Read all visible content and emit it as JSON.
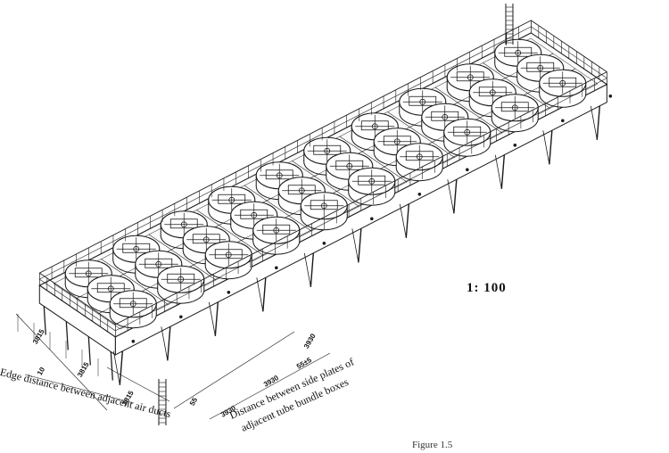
{
  "diagram": {
    "scale": "1: 100",
    "edge_distance_label": "Edge distance between adjacent air ducts",
    "side_plate_label_line1": "Distance between side plates of",
    "side_plate_label_line2": "adjacent tube bundle boxes",
    "figure_caption": "Figure 1.5",
    "dimensions": {
      "d1": "3815",
      "d2": "10",
      "d3": "3815",
      "d4": "3815",
      "d5": "55",
      "d6": "3930",
      "d7": "3930",
      "d8": "55±5",
      "d9": "3930"
    },
    "fan_rows": 3,
    "fan_columns": 10,
    "colors": {
      "line": "#1a1a1a",
      "background": "#ffffff"
    }
  }
}
